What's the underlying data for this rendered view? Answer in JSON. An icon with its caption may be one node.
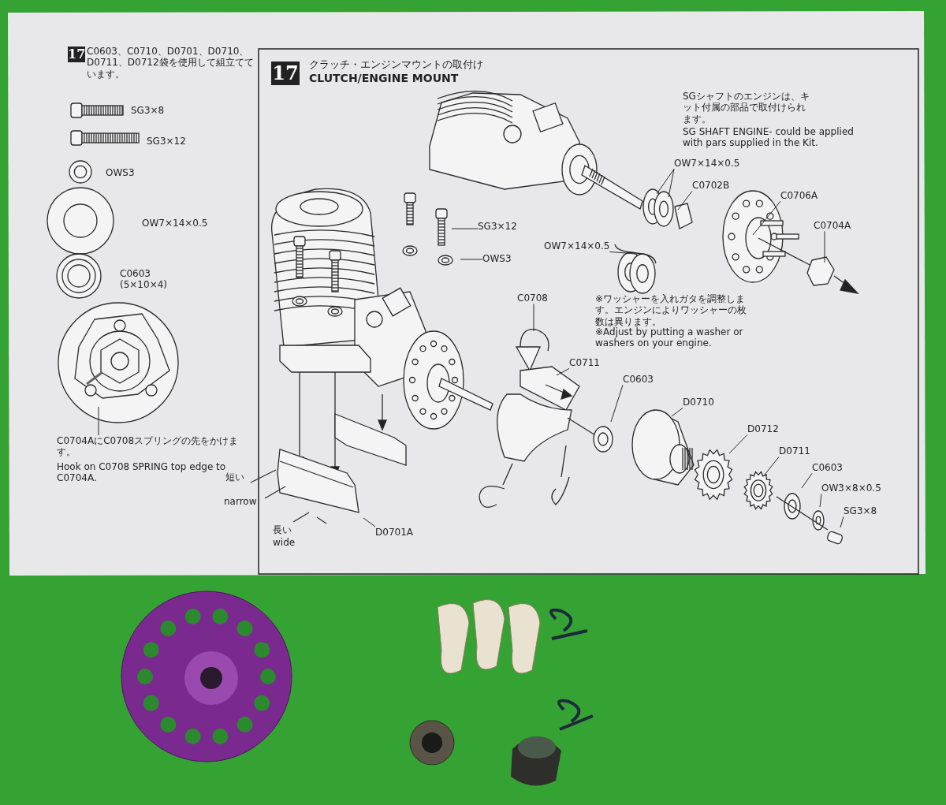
{
  "diagram": {
    "nodes": [
      {
        "text": [
          "SG3×12"
        ]
      },
      {
        "text": [
          "OWS3"
        ]
      },
      {
        "text": [
          "OW7×14×0.5"
        ]
      },
      {
        "text": [
          "C0702B"
        ]
      },
      {
        "text": [
          "C0706A"
        ]
      },
      {
        "text": [
          "C0704A"
        ]
      },
      {
        "text": [
          "OW7×14×0.5"
        ]
      },
      {
        "text": [
          "C0708"
        ]
      },
      {
        "text": [
          "C0711"
        ]
      },
      {
        "text": [
          "C0603"
        ]
      },
      {
        "text": [
          "D0710"
        ]
      },
      {
        "text": [
          "D0712"
        ]
      },
      {
        "text": [
          "D0711"
        ]
      },
      {
        "text": [
          "C0603"
        ]
      },
      {
        "text": [
          "OW3×8×0.5"
        ]
      },
      {
        "text": [
          "SG3×8"
        ]
      },
      {
        "text": [
          "D0701A"
        ]
      },
      {
        "text": [
          "C0704AにC0708スプリングの先をかけます。",
          "Hook on C0708 SPRING top edge to C0704A."
        ]
      }
    ],
    "edges": [
      {
        "from": 0,
        "to": null,
        "arrow": "none"
      },
      {
        "from": 1,
        "to": null,
        "arrow": "none"
      },
      {
        "from": 2,
        "to": null,
        "arrow": "none"
      },
      {
        "from": 2,
        "to": null,
        "arrow": "none"
      },
      {
        "from": 3,
        "to": null,
        "arrow": "none"
      },
      {
        "from": 4,
        "to": null,
        "arrow": "none"
      },
      {
        "from": 5,
        "to": null,
        "arrow": "none"
      },
      {
        "from": 6,
        "to": null,
        "arrow": "none"
      },
      {
        "from": 7,
        "to": null,
        "arrow": "none"
      },
      {
        "from": 8,
        "to": null,
        "arrow": "none"
      },
      {
        "from": 9,
        "to": null,
        "arrow": "none"
      },
      {
        "from": 10,
        "to": null,
        "arrow": "none"
      },
      {
        "from": 11,
        "to": null,
        "arrow": "none"
      },
      {
        "from": 12,
        "to": null,
        "arrow": "none"
      },
      {
        "from": 13,
        "to": null,
        "arrow": "none"
      },
      {
        "from": 14,
        "to": null,
        "arrow": "none"
      },
      {
        "from": 15,
        "to": null,
        "arrow": "none"
      },
      {
        "from": 16,
        "to": null,
        "arrow": "none"
      },
      {
        "from": 17,
        "to": null,
        "arrow": "none"
      }
    ],
    "labels": [
      "17",
      "C0603、C0710、D0701、D0710、D0711、D0712袋を使用して組立てています。",
      "SG3×8",
      "SG3×12",
      "OWS3",
      "OW7×14×0.5",
      "C0603 (5×10×4)",
      "17",
      "クラッチ・エンジンマウントの取付け",
      "CLUTCH/ENGINE MOUNT",
      "SGシャフトのエンジンは、キット付属の部品で取付けられます。",
      "SG SHAFT ENGINE- could be applied with pars supplied in the Kit.",
      "※ワッシャーを入れガタを調整します。エンジンによりワッシャーの枚数は異ります。",
      "※Adjust by putting a washer or washers on your engine.",
      "短い",
      "narrow",
      "長い",
      "wide"
    ]
  }
}
